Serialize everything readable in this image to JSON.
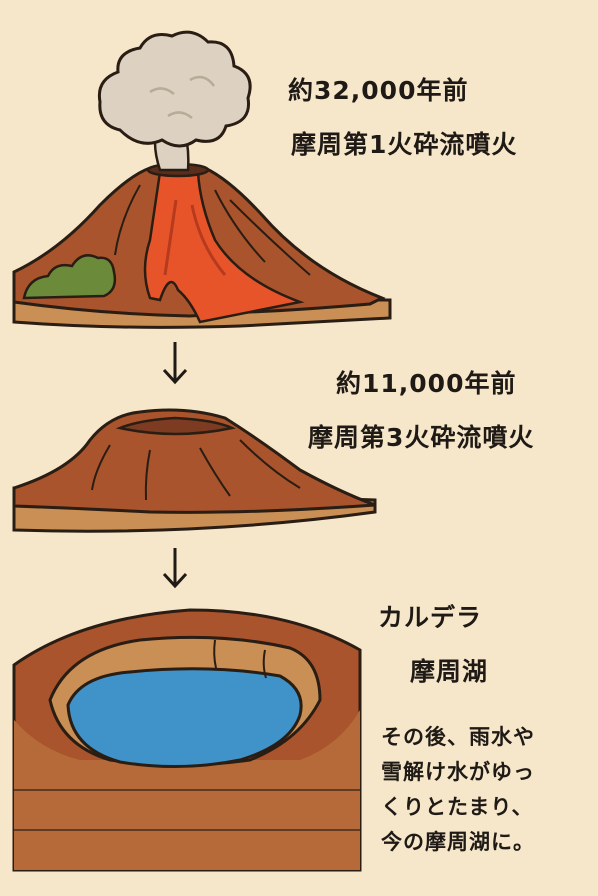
{
  "stage1": {
    "time": "約32,000年前",
    "event": "摩周第1火砕流噴火"
  },
  "stage2": {
    "time": "約11,000年前",
    "event": "摩周第3火砕流噴火"
  },
  "stage3": {
    "type": "カルデラ",
    "name": "摩周湖",
    "description_lines": [
      "その後、雨水や",
      "雪解け水がゆっ",
      "くりとたまり、",
      "今の摩周湖に。"
    ]
  },
  "icons": {
    "arrow": "down-arrow-icon",
    "smoke": "smoke-cloud-icon"
  },
  "colors": {
    "background": "#f6e7cb",
    "volcano_brown": "#a0522d",
    "lava": "#e8542a",
    "lake_blue": "#3f93c8",
    "vegetation": "#6b8a3a",
    "smoke": "#ddd2c1"
  }
}
